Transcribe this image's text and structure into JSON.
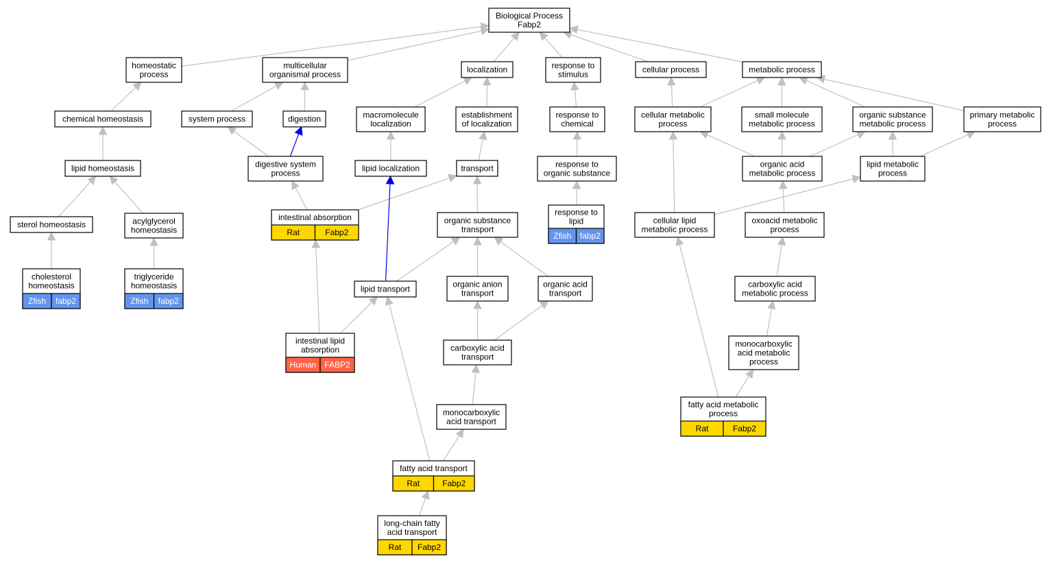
{
  "colors": {
    "edge": "#c0c0c0",
    "highlight_edge": "#0000dd",
    "rat": "#ffd700",
    "zfish": "#6495ed",
    "human": "#ff6347",
    "border": "#000000"
  },
  "nodes": {
    "root": [
      "Biological Process",
      "Fabp2"
    ],
    "homeostatic": [
      "homeostatic",
      "process"
    ],
    "multicellular": [
      "multicellular",
      "organismal process"
    ],
    "localization": [
      "localization"
    ],
    "response_stimulus": [
      "response to",
      "stimulus"
    ],
    "cellular_process": [
      "cellular process"
    ],
    "metabolic_process": [
      "metabolic process"
    ],
    "chemical_homeostasis": [
      "chemical homeostasis"
    ],
    "system_process": [
      "system process"
    ],
    "digestion": [
      "digestion"
    ],
    "macromolecule_localization": [
      "macromolecule",
      "localization"
    ],
    "establishment_localization": [
      "establishment",
      "of localization"
    ],
    "response_chemical": [
      "response to",
      "chemical"
    ],
    "cellular_metabolic": [
      "cellular metabolic",
      "process"
    ],
    "small_molecule_metabolic": [
      "small molecule",
      "metabolic process"
    ],
    "organic_substance_metabolic": [
      "organic substance",
      "metabolic process"
    ],
    "primary_metabolic": [
      "primary metabolic",
      "process"
    ],
    "lipid_homeostasis": [
      "lipid homeostasis"
    ],
    "digestive_system": [
      "digestive system",
      "process"
    ],
    "lipid_localization": [
      "lipid localization"
    ],
    "transport": [
      "transport"
    ],
    "response_organic_substance": [
      "response to",
      "organic substance"
    ],
    "organic_acid_metabolic": [
      "organic acid",
      "metabolic process"
    ],
    "lipid_metabolic": [
      "lipid metabolic",
      "process"
    ],
    "sterol_homeostasis": [
      "sterol homeostasis"
    ],
    "acylglycerol_homeostasis": [
      "acylglycerol",
      "homeostasis"
    ],
    "intestinal_absorption": [
      "intestinal absorption"
    ],
    "organic_substance_transport": [
      "organic substance",
      "transport"
    ],
    "response_lipid": [
      "response to",
      "lipid"
    ],
    "cellular_lipid_metabolic": [
      "cellular lipid",
      "metabolic process"
    ],
    "oxoacid_metabolic": [
      "oxoacid metabolic",
      "process"
    ],
    "cholesterol_homeostasis": [
      "cholesterol",
      "homeostasis"
    ],
    "triglyceride_homeostasis": [
      "triglyceride",
      "homeostasis"
    ],
    "lipid_transport": [
      "lipid transport"
    ],
    "organic_anion_transport": [
      "organic anion",
      "transport"
    ],
    "organic_acid_transport": [
      "organic acid",
      "transport"
    ],
    "carboxylic_acid_metabolic": [
      "carboxylic acid",
      "metabolic process"
    ],
    "intestinal_lipid_absorption": [
      "intestinal lipid",
      "absorption"
    ],
    "carboxylic_acid_transport": [
      "carboxylic acid",
      "transport"
    ],
    "monocarboxylic_acid_metabolic": [
      "monocarboxylic",
      "acid metabolic",
      "process"
    ],
    "monocarboxylic_acid_transport": [
      "monocarboxylic",
      "acid transport"
    ],
    "fatty_acid_metabolic": [
      "fatty acid metabolic",
      "process"
    ],
    "fatty_acid_transport": [
      "fatty acid transport"
    ],
    "long_chain_fatty_acid_transport": [
      "long-chain fatty",
      "acid transport"
    ]
  },
  "annotations": {
    "cholesterol_homeostasis": {
      "species": "Zfish",
      "gene": "fabp2",
      "color": "zfish"
    },
    "triglyceride_homeostasis": {
      "species": "Zfish",
      "gene": "fabp2",
      "color": "zfish"
    },
    "response_lipid": {
      "species": "Zfish",
      "gene": "fabp2",
      "color": "zfish"
    },
    "intestinal_absorption": {
      "species": "Rat",
      "gene": "Fabp2",
      "color": "rat"
    },
    "intestinal_lipid_absorption": {
      "species": "Human",
      "gene": "FABP2",
      "color": "human"
    },
    "fatty_acid_transport": {
      "species": "Rat",
      "gene": "Fabp2",
      "color": "rat"
    },
    "long_chain_fatty_acid_transport": {
      "species": "Rat",
      "gene": "Fabp2",
      "color": "rat"
    },
    "fatty_acid_metabolic": {
      "species": "Rat",
      "gene": "Fabp2",
      "color": "rat"
    }
  },
  "edges": [
    [
      "homeostatic",
      "root",
      false
    ],
    [
      "multicellular",
      "root",
      false
    ],
    [
      "localization",
      "root",
      false
    ],
    [
      "response_stimulus",
      "root",
      false
    ],
    [
      "cellular_process",
      "root",
      false
    ],
    [
      "metabolic_process",
      "root",
      false
    ],
    [
      "chemical_homeostasis",
      "homeostatic",
      false
    ],
    [
      "system_process",
      "multicellular",
      false
    ],
    [
      "digestion",
      "multicellular",
      false
    ],
    [
      "macromolecule_localization",
      "localization",
      false
    ],
    [
      "establishment_localization",
      "localization",
      false
    ],
    [
      "response_chemical",
      "response_stimulus",
      false
    ],
    [
      "cellular_metabolic",
      "cellular_process",
      false
    ],
    [
      "cellular_metabolic",
      "metabolic_process",
      false
    ],
    [
      "small_molecule_metabolic",
      "metabolic_process",
      false
    ],
    [
      "organic_substance_metabolic",
      "metabolic_process",
      false
    ],
    [
      "primary_metabolic",
      "metabolic_process",
      false
    ],
    [
      "lipid_homeostasis",
      "chemical_homeostasis",
      false
    ],
    [
      "digestive_system",
      "system_process",
      false
    ],
    [
      "digestive_system",
      "digestion",
      true
    ],
    [
      "lipid_localization",
      "macromolecule_localization",
      false
    ],
    [
      "transport",
      "establishment_localization",
      false
    ],
    [
      "response_organic_substance",
      "response_chemical",
      false
    ],
    [
      "organic_acid_metabolic",
      "cellular_metabolic",
      false
    ],
    [
      "organic_acid_metabolic",
      "small_molecule_metabolic",
      false
    ],
    [
      "organic_acid_metabolic",
      "organic_substance_metabolic",
      false
    ],
    [
      "lipid_metabolic",
      "organic_substance_metabolic",
      false
    ],
    [
      "lipid_metabolic",
      "primary_metabolic",
      false
    ],
    [
      "sterol_homeostasis",
      "lipid_homeostasis",
      false
    ],
    [
      "acylglycerol_homeostasis",
      "lipid_homeostasis",
      false
    ],
    [
      "intestinal_absorption",
      "digestive_system",
      false
    ],
    [
      "intestinal_absorption",
      "transport",
      false
    ],
    [
      "organic_substance_transport",
      "transport",
      false
    ],
    [
      "response_lipid",
      "response_organic_substance",
      false
    ],
    [
      "cellular_lipid_metabolic",
      "cellular_metabolic",
      false
    ],
    [
      "cellular_lipid_metabolic",
      "lipid_metabolic",
      false
    ],
    [
      "oxoacid_metabolic",
      "organic_acid_metabolic",
      false
    ],
    [
      "cholesterol_homeostasis",
      "sterol_homeostasis",
      false
    ],
    [
      "triglyceride_homeostasis",
      "acylglycerol_homeostasis",
      false
    ],
    [
      "lipid_transport",
      "lipid_localization",
      true
    ],
    [
      "lipid_transport",
      "organic_substance_transport",
      false
    ],
    [
      "organic_anion_transport",
      "organic_substance_transport",
      false
    ],
    [
      "organic_acid_transport",
      "organic_substance_transport",
      false
    ],
    [
      "carboxylic_acid_metabolic",
      "oxoacid_metabolic",
      false
    ],
    [
      "intestinal_lipid_absorption",
      "intestinal_absorption",
      false
    ],
    [
      "intestinal_lipid_absorption",
      "lipid_transport",
      false
    ],
    [
      "carboxylic_acid_transport",
      "organic_anion_transport",
      false
    ],
    [
      "carboxylic_acid_transport",
      "organic_acid_transport",
      false
    ],
    [
      "monocarboxylic_acid_metabolic",
      "carboxylic_acid_metabolic",
      false
    ],
    [
      "monocarboxylic_acid_transport",
      "carboxylic_acid_transport",
      false
    ],
    [
      "fatty_acid_metabolic",
      "cellular_lipid_metabolic",
      false
    ],
    [
      "fatty_acid_metabolic",
      "monocarboxylic_acid_metabolic",
      false
    ],
    [
      "fatty_acid_transport",
      "lipid_transport",
      false
    ],
    [
      "fatty_acid_transport",
      "monocarboxylic_acid_transport",
      false
    ],
    [
      "long_chain_fatty_acid_transport",
      "fatty_acid_transport",
      false
    ]
  ]
}
